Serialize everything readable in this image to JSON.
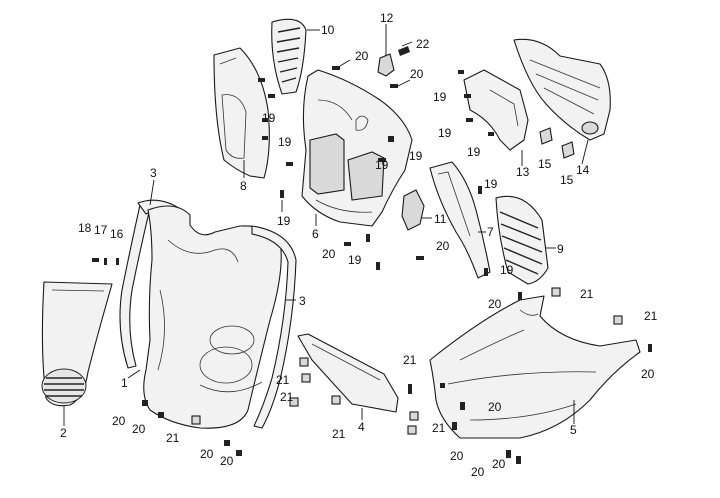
{
  "callouts": {
    "c1": "1",
    "c2": "2",
    "c3a": "3",
    "c3b": "3",
    "c4": "4",
    "c5": "5",
    "c6": "6",
    "c7": "7",
    "c8": "8",
    "c9": "9",
    "c10": "10",
    "c11": "11",
    "c12": "12",
    "c13": "13",
    "c14": "14",
    "c15a": "15",
    "c15b": "15",
    "c16": "16",
    "c17": "17",
    "c18": "18",
    "c19a": "19",
    "c19b": "19",
    "c19c": "19",
    "c19d": "19",
    "c19e": "19",
    "c19f": "19",
    "c19g": "19",
    "c19h": "19",
    "c19i": "19",
    "c19j": "19",
    "c19k": "19",
    "c20a": "20",
    "c20b": "20",
    "c20c": "20",
    "c20d": "20",
    "c20e": "20",
    "c20f": "20",
    "c20g": "20",
    "c20h": "20",
    "c20i": "20",
    "c20j": "20",
    "c20k": "20",
    "c20l": "20",
    "c20m": "20",
    "c20n": "20",
    "c21a": "21",
    "c21b": "21",
    "c21c": "21",
    "c21d": "21",
    "c21e": "21",
    "c21f": "21",
    "c21g": "21",
    "c21h": "21",
    "c22": "22"
  },
  "icons": [
    "screw-icon",
    "clip-nut-icon",
    "vent-grille-icon"
  ]
}
